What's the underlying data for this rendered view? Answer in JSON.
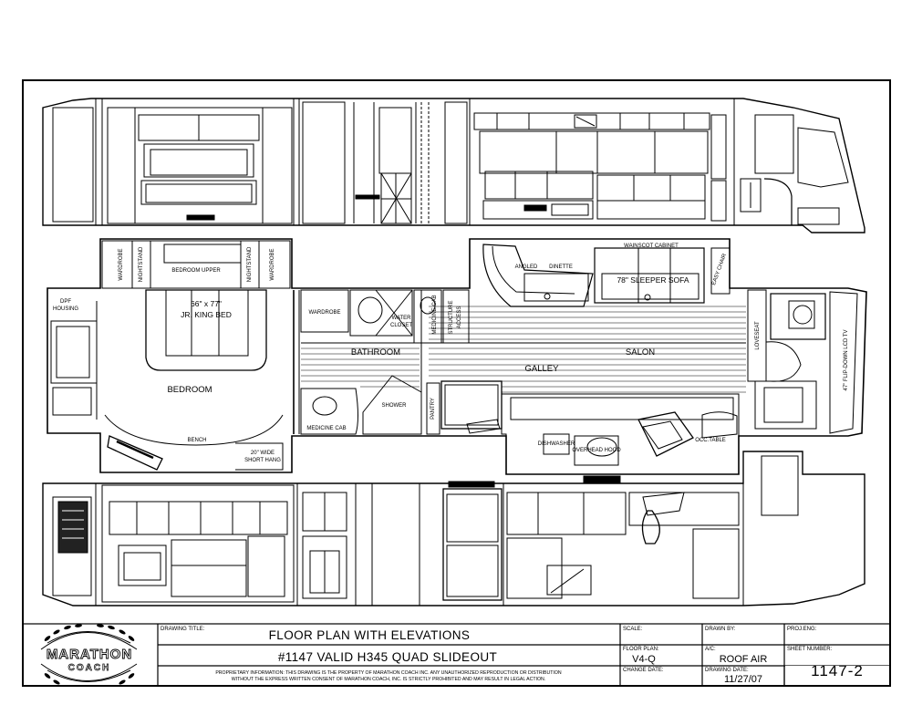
{
  "floor_plan_labels": {
    "wardrobe_left": "WARDROBE",
    "nightstand_left": "NIGHTSTAND",
    "bedroom_upper": "BEDROOM UPPER",
    "nightstand_right": "NIGHTSTAND",
    "wardrobe_right": "WARDROBE",
    "dpf_housing_1": "DPF",
    "dpf_housing_2": "HOUSING",
    "bed_size": "66\" x 77\"",
    "bed_name": "JR. KING BED",
    "bedroom": "BEDROOM",
    "bench": "BENCH",
    "short_hang_1": "20\" WIDE",
    "short_hang_2": "SHORT HANG",
    "wardrobe_bath": "WARDROBE",
    "water_closet_1": "WATER",
    "water_closet_2": "CLOSET",
    "medicine_cab_top": "MEDICINE CAB",
    "structure_access_1": "STRUCTURE",
    "structure_access_2": "ACCESS",
    "bathroom": "BATHROOM",
    "medicine_cab_bottom": "MEDICINE CAB",
    "shower": "SHOWER",
    "pantry": "PANTRY",
    "galley": "GALLEY",
    "salon": "SALON",
    "wainscot_cabinet": "WAINSCOT CABINET",
    "angled": "ANGLED",
    "dinette": "DINETTE",
    "sleeper_sofa": "78\" SLEEPER SOFA",
    "easy_chair": "EASY CHAIR",
    "loveseat": "LOVESEAT",
    "lcd_tv": "47\" FLIP-DOWN LCD TV",
    "occ_table": "OCC.TABLE",
    "dishwasher": "DISHWASHER",
    "overhead_hood": "OVERHEAD HOOD"
  },
  "title_block": {
    "logo_main": "MARATHON",
    "logo_sub": "COACH",
    "drawing_title_caption": "DRAWING TITLE:",
    "drawing_title": "FLOOR PLAN WITH ELEVATIONS",
    "drawing_subtitle": "#1147 VALID H345 QUAD SLIDEOUT",
    "proprietary_line_1": "PROPRIETARY INFORMATION: THIS DRAWING IS THE PROPERTY OF MARATHON COACH INC. ANY UNAUTHORIZED REPRODUCTION OR DISTRIBUTION",
    "proprietary_line_2": "WITHOUT THE EXPRESS WRITTEN CONSENT OF MARATHON COACH, INC. IS STRICTLY PROHIBITED AND MAY RESULT IN LEGAL ACTION.",
    "scale_caption": "SCALE:",
    "scale_value": "",
    "drawn_by_caption": "DRAWN BY:",
    "drawn_by_value": "",
    "proj_eng_caption": "PROJ.ENG:",
    "proj_eng_value": "",
    "floor_plan_caption": "FLOOR PLAN:",
    "floor_plan_value": "V4-Q",
    "ac_caption": "A/C:",
    "ac_value": "ROOF AIR",
    "sheet_number_caption": "SHEET NUMBER:",
    "sheet_number_value": "1147-2",
    "change_date_caption": "CHANGE DATE:",
    "change_date_value": "",
    "drawing_date_caption": "DRAWING DATE:",
    "drawing_date_value": "11/27/07"
  }
}
